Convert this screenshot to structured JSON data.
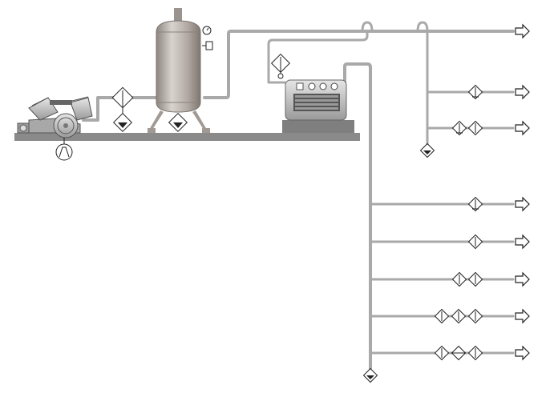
{
  "diagram": {
    "name": "compressed-air-system",
    "background": "#ffffff",
    "pipe_color": "#a9a9a9",
    "base_color": "#8a8a8a",
    "tank_color": "#b5aca6",
    "outlets": [
      {
        "id": "outlet-top",
        "symbols": []
      },
      {
        "id": "outlet-upper-1",
        "symbols": [
          "filter-drain"
        ]
      },
      {
        "id": "outlet-upper-2",
        "symbols": [
          "filter-drain",
          "filter"
        ]
      },
      {
        "id": "outlet-lower-1",
        "symbols": [
          "filter-drain"
        ]
      },
      {
        "id": "outlet-lower-2",
        "symbols": [
          "filter"
        ]
      },
      {
        "id": "outlet-lower-3",
        "symbols": [
          "filter",
          "filter"
        ]
      },
      {
        "id": "outlet-lower-4",
        "symbols": [
          "filter",
          "filter",
          "filter"
        ]
      },
      {
        "id": "outlet-lower-5",
        "symbols": [
          "filter",
          "filter-cross",
          "filter"
        ]
      }
    ],
    "components": [
      {
        "id": "compressor",
        "icon": "compressor-icon"
      },
      {
        "id": "receiver-tank",
        "icon": "tank-icon"
      },
      {
        "id": "refrigerated-dryer",
        "icon": "dryer-icon"
      },
      {
        "id": "aftercooler",
        "icon": "cooler-icon"
      },
      {
        "id": "intake-filter",
        "icon": "intake-filter-icon"
      }
    ]
  }
}
